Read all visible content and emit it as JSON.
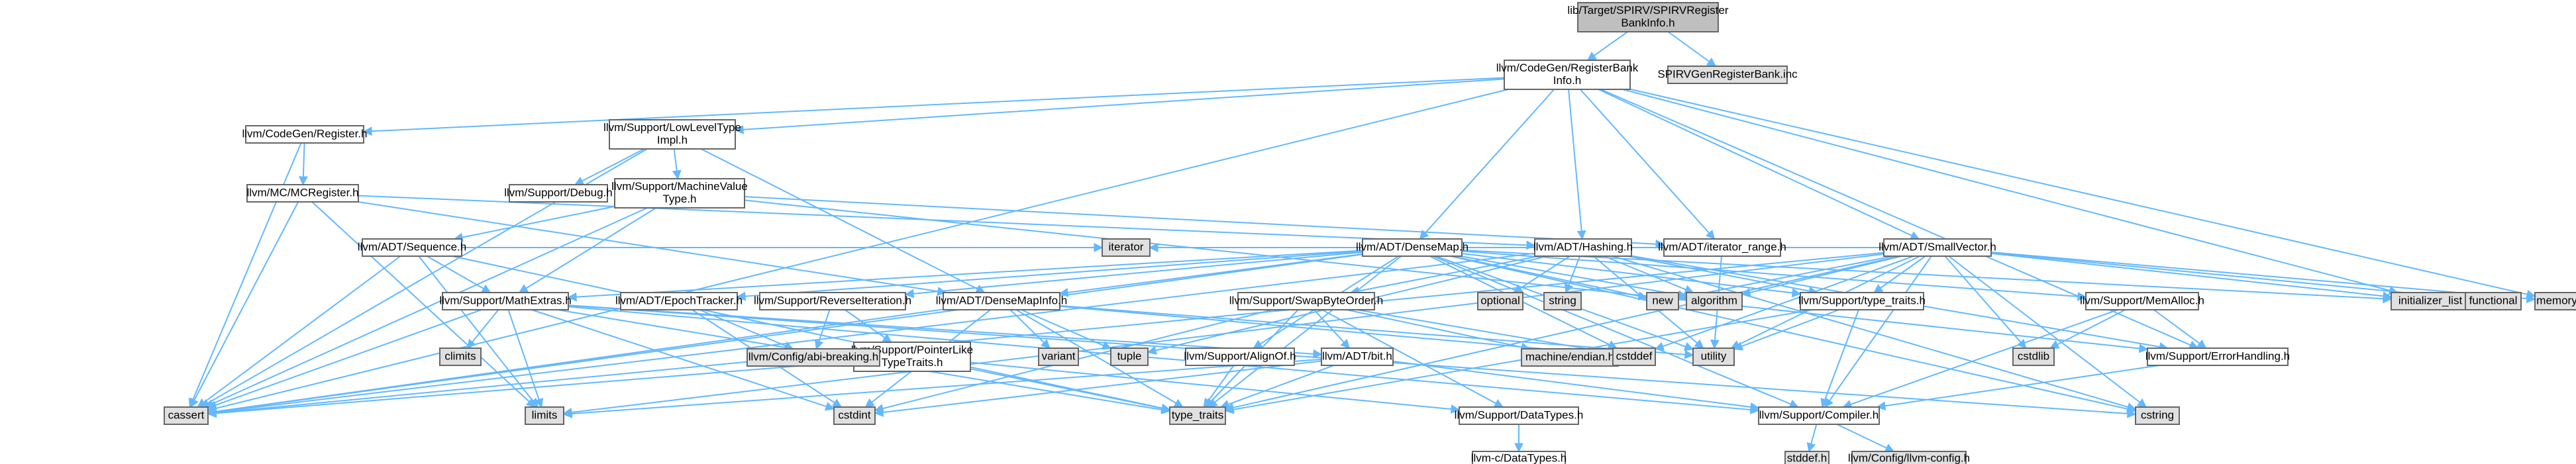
{
  "diagram": {
    "type": "include-dependency-graph",
    "colors": {
      "edge": "#63b8ff",
      "node_border": "#666666",
      "node_fill": "#ffffff",
      "root_fill": "#bfbfbf",
      "external_fill": "#e0e0e0",
      "highlight_border": "#ff0000"
    },
    "nodes": [
      {
        "id": "root",
        "label": "lib/Target/SPIRV/SPIRVRegister\nBankInfo.h",
        "style": "root"
      },
      {
        "id": "regbank",
        "label": "llvm/CodeGen/RegisterBank\nInfo.h",
        "style": "normal"
      },
      {
        "id": "spirvinc",
        "label": "SPIRVGenRegisterBank.inc",
        "style": "external"
      },
      {
        "id": "cgreg",
        "label": "llvm/CodeGen/Register.h",
        "style": "normal"
      },
      {
        "id": "lowlevel",
        "label": "llvm/Support/LowLevelType\nImpl.h",
        "style": "normal"
      },
      {
        "id": "mcreg",
        "label": "llvm/MC/MCRegister.h",
        "style": "normal"
      },
      {
        "id": "debug",
        "label": "llvm/Support/Debug.h",
        "style": "normal"
      },
      {
        "id": "machval",
        "label": "llvm/Support/MachineValue\nType.h",
        "style": "highlight"
      },
      {
        "id": "sequence",
        "label": "llvm/ADT/Sequence.h",
        "style": "normal"
      },
      {
        "id": "densemap",
        "label": "llvm/ADT/DenseMap.h",
        "style": "normal"
      },
      {
        "id": "hashing",
        "label": "llvm/ADT/Hashing.h",
        "style": "normal"
      },
      {
        "id": "iterrange",
        "label": "llvm/ADT/iterator_range.h",
        "style": "normal"
      },
      {
        "id": "smallvec",
        "label": "llvm/ADT/SmallVector.h",
        "style": "normal"
      },
      {
        "id": "mathextras",
        "label": "llvm/Support/MathExtras.h",
        "style": "normal"
      },
      {
        "id": "epoch",
        "label": "llvm/ADT/EpochTracker.h",
        "style": "normal"
      },
      {
        "id": "reviter",
        "label": "llvm/Support/ReverseIteration.h",
        "style": "normal"
      },
      {
        "id": "densemapinfo",
        "label": "llvm/ADT/DenseMapInfo.h",
        "style": "normal"
      },
      {
        "id": "swapbyte",
        "label": "llvm/Support/SwapByteOrder.h",
        "style": "normal"
      },
      {
        "id": "typetraits",
        "label": "llvm/Support/type_traits.h",
        "style": "normal"
      },
      {
        "id": "memalloc",
        "label": "llvm/Support/MemAlloc.h",
        "style": "normal"
      },
      {
        "id": "pointerlike",
        "label": "llvm/Support/PointerLike\nTypeTraits.h",
        "style": "normal"
      },
      {
        "id": "alignof",
        "label": "llvm/Support/AlignOf.h",
        "style": "normal"
      },
      {
        "id": "bit",
        "label": "llvm/ADT/bit.h",
        "style": "normal"
      },
      {
        "id": "errorh",
        "label": "llvm/Support/ErrorHandling.h",
        "style": "normal"
      },
      {
        "id": "compiler",
        "label": "llvm/Support/Compiler.h",
        "style": "normal"
      },
      {
        "id": "datatypes",
        "label": "llvm/Support/DataTypes.h",
        "style": "normal"
      },
      {
        "id": "cdatatypes",
        "label": "llvm-c/DataTypes.h",
        "style": "highlight"
      },
      {
        "id": "abibreaking",
        "label": "llvm/Config/abi-breaking.h",
        "style": "external"
      },
      {
        "id": "machendian",
        "label": "machine/endian.h",
        "style": "external"
      },
      {
        "id": "iterator",
        "label": "iterator",
        "style": "external"
      },
      {
        "id": "optional",
        "label": "optional",
        "style": "external"
      },
      {
        "id": "string",
        "label": "string",
        "style": "external"
      },
      {
        "id": "new",
        "label": "new",
        "style": "external"
      },
      {
        "id": "algorithm",
        "label": "algorithm",
        "style": "external"
      },
      {
        "id": "initlist",
        "label": "initializer_list",
        "style": "external"
      },
      {
        "id": "functional",
        "label": "functional",
        "style": "external"
      },
      {
        "id": "memory",
        "label": "memory",
        "style": "external"
      },
      {
        "id": "climits",
        "label": "climits",
        "style": "external"
      },
      {
        "id": "variant",
        "label": "variant",
        "style": "external"
      },
      {
        "id": "tuple",
        "label": "tuple",
        "style": "external"
      },
      {
        "id": "utility",
        "label": "utility",
        "style": "external"
      },
      {
        "id": "cstddef",
        "label": "cstddef",
        "style": "external"
      },
      {
        "id": "cstdlib",
        "label": "cstdlib",
        "style": "external"
      },
      {
        "id": "cassert",
        "label": "cassert",
        "style": "external"
      },
      {
        "id": "limits",
        "label": "limits",
        "style": "external"
      },
      {
        "id": "cstdint",
        "label": "cstdint",
        "style": "external"
      },
      {
        "id": "typetraitsstd",
        "label": "type_traits",
        "style": "external"
      },
      {
        "id": "cstring",
        "label": "cstring",
        "style": "external"
      },
      {
        "id": "stddef",
        "label": "stddef.h",
        "style": "external"
      },
      {
        "id": "llvmconfig",
        "label": "llvm/Config/llvm-config.h",
        "style": "external"
      }
    ],
    "edges": [
      [
        "root",
        "regbank"
      ],
      [
        "root",
        "spirvinc"
      ],
      [
        "regbank",
        "cgreg"
      ],
      [
        "regbank",
        "lowlevel"
      ],
      [
        "regbank",
        "densemap"
      ],
      [
        "regbank",
        "hashing"
      ],
      [
        "regbank",
        "iterrange"
      ],
      [
        "regbank",
        "smallvec"
      ],
      [
        "regbank",
        "errorh"
      ],
      [
        "regbank",
        "initlist"
      ],
      [
        "regbank",
        "memory"
      ],
      [
        "regbank",
        "cassert"
      ],
      [
        "cgreg",
        "mcreg"
      ],
      [
        "cgreg",
        "cassert"
      ],
      [
        "lowlevel",
        "debug"
      ],
      [
        "lowlevel",
        "machval"
      ],
      [
        "lowlevel",
        "densemapinfo"
      ],
      [
        "lowlevel",
        "cassert"
      ],
      [
        "mcreg",
        "densemapinfo"
      ],
      [
        "mcreg",
        "hashing"
      ],
      [
        "mcreg",
        "cassert"
      ],
      [
        "mcreg",
        "limits"
      ],
      [
        "machval",
        "sequence"
      ],
      [
        "machval",
        "mathextras"
      ],
      [
        "machval",
        "iterrange"
      ],
      [
        "machval",
        "errorh"
      ],
      [
        "machval",
        "cassert"
      ],
      [
        "sequence",
        "mathextras"
      ],
      [
        "sequence",
        "cassert"
      ],
      [
        "sequence",
        "iterator"
      ],
      [
        "sequence",
        "limits"
      ],
      [
        "sequence",
        "typetraitsstd"
      ],
      [
        "densemap",
        "densemapinfo"
      ],
      [
        "densemap",
        "epoch"
      ],
      [
        "densemap",
        "mathextras"
      ],
      [
        "densemap",
        "reviter"
      ],
      [
        "densemap",
        "alignof"
      ],
      [
        "densemap",
        "compiler"
      ],
      [
        "densemap",
        "memalloc"
      ],
      [
        "densemap",
        "typetraits"
      ],
      [
        "densemap",
        "algorithm"
      ],
      [
        "densemap",
        "cassert"
      ],
      [
        "densemap",
        "cstddef"
      ],
      [
        "densemap",
        "cstring"
      ],
      [
        "densemap",
        "initlist"
      ],
      [
        "densemap",
        "iterator"
      ],
      [
        "densemap",
        "new"
      ],
      [
        "densemap",
        "typetraitsstd"
      ],
      [
        "densemap",
        "utility"
      ],
      [
        "hashing",
        "errorh"
      ],
      [
        "hashing",
        "swapbyte"
      ],
      [
        "hashing",
        "typetraits"
      ],
      [
        "hashing",
        "algorithm"
      ],
      [
        "hashing",
        "cassert"
      ],
      [
        "hashing",
        "cstring"
      ],
      [
        "hashing",
        "optional"
      ],
      [
        "hashing",
        "string"
      ],
      [
        "hashing",
        "tuple"
      ],
      [
        "hashing",
        "utility"
      ],
      [
        "iterrange",
        "iterator"
      ],
      [
        "iterrange",
        "utility"
      ],
      [
        "smallvec",
        "compiler"
      ],
      [
        "smallvec",
        "typetraits"
      ],
      [
        "smallvec",
        "algorithm"
      ],
      [
        "smallvec",
        "cassert"
      ],
      [
        "smallvec",
        "cstddef"
      ],
      [
        "smallvec",
        "cstdlib"
      ],
      [
        "smallvec",
        "cstring"
      ],
      [
        "smallvec",
        "functional"
      ],
      [
        "smallvec",
        "initlist"
      ],
      [
        "smallvec",
        "iterator"
      ],
      [
        "smallvec",
        "limits"
      ],
      [
        "smallvec",
        "memory"
      ],
      [
        "smallvec",
        "new"
      ],
      [
        "smallvec",
        "typetraitsstd"
      ],
      [
        "smallvec",
        "utility"
      ],
      [
        "mathextras",
        "bit"
      ],
      [
        "mathextras",
        "compiler"
      ],
      [
        "mathextras",
        "cassert"
      ],
      [
        "mathextras",
        "climits"
      ],
      [
        "mathextras",
        "cstdint"
      ],
      [
        "mathextras",
        "cstring"
      ],
      [
        "mathextras",
        "limits"
      ],
      [
        "mathextras",
        "typetraitsstd"
      ],
      [
        "epoch",
        "abibreaking"
      ],
      [
        "epoch",
        "cstdint"
      ],
      [
        "reviter",
        "abibreaking"
      ],
      [
        "reviter",
        "pointerlike"
      ],
      [
        "densemapinfo",
        "cassert"
      ],
      [
        "densemapinfo",
        "cstddef"
      ],
      [
        "densemapinfo",
        "cstdint"
      ],
      [
        "densemapinfo",
        "tuple"
      ],
      [
        "densemapinfo",
        "typetraitsstd"
      ],
      [
        "densemapinfo",
        "utility"
      ],
      [
        "densemapinfo",
        "variant"
      ],
      [
        "swapbyte",
        "bit"
      ],
      [
        "swapbyte",
        "datatypes"
      ],
      [
        "swapbyte",
        "cstddef"
      ],
      [
        "swapbyte",
        "cstdint"
      ],
      [
        "swapbyte",
        "typetraitsstd"
      ],
      [
        "swapbyte",
        "machendian"
      ],
      [
        "typetraits",
        "compiler"
      ],
      [
        "typetraits",
        "typetraitsstd"
      ],
      [
        "typetraits",
        "utility"
      ],
      [
        "memalloc",
        "compiler"
      ],
      [
        "memalloc",
        "errorh"
      ],
      [
        "memalloc",
        "cstdlib"
      ],
      [
        "pointerlike",
        "datatypes"
      ],
      [
        "pointerlike",
        "cassert"
      ],
      [
        "pointerlike",
        "typetraitsstd"
      ],
      [
        "alignof",
        "typetraitsstd"
      ],
      [
        "bit",
        "compiler"
      ],
      [
        "bit",
        "cstdint"
      ],
      [
        "bit",
        "limits"
      ],
      [
        "bit",
        "typetraitsstd"
      ],
      [
        "errorh",
        "compiler"
      ],
      [
        "compiler",
        "stddef"
      ],
      [
        "compiler",
        "llvmconfig"
      ],
      [
        "datatypes",
        "cdatatypes"
      ]
    ]
  }
}
